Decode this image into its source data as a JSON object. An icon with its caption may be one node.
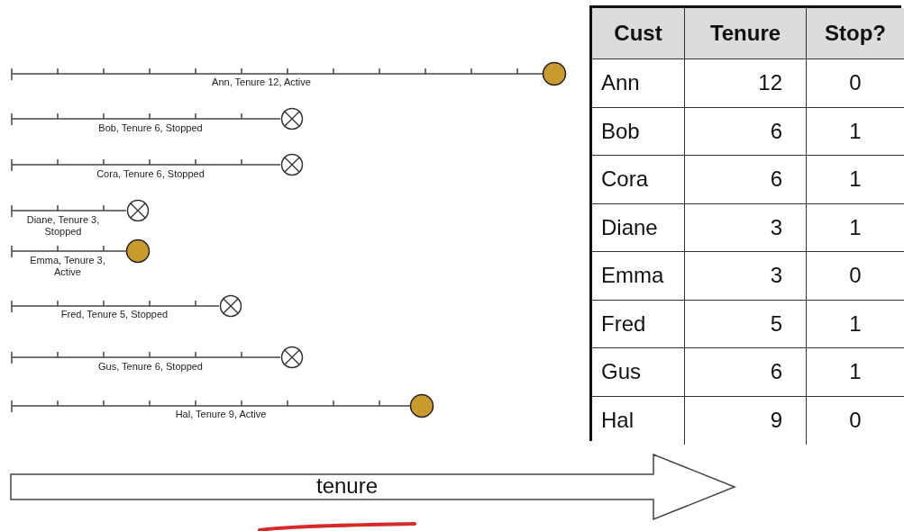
{
  "diagram": {
    "nodes": [
      {
        "text": [
          "Ann, Tenure 12, Active"
        ]
      },
      {
        "text": [
          "Bob, Tenure 6, Stopped"
        ]
      },
      {
        "text": [
          "Cora, Tenure 6, Stopped"
        ]
      },
      {
        "text": [
          "Diane, Tenure 3, Stopped"
        ]
      },
      {
        "text": [
          "Emma, Tenure 3, Active"
        ]
      },
      {
        "text": [
          "Fred, Tenure 5, Stopped"
        ]
      },
      {
        "text": [
          "Gus, Tenure 6, Stopped"
        ]
      },
      {
        "text": [
          "Hal, Tenure 9, Active"
        ]
      },
      {
        "text": [
          "tenure"
        ]
      }
    ],
    "labels": [
      "Cust",
      "Tenure",
      "Stop?",
      "Ann",
      "12",
      "0",
      "Bob",
      "6",
      "1",
      "Cora",
      "6",
      "1",
      "Diane",
      "3",
      "1",
      "Emma",
      "3",
      "0",
      "Fred",
      "5",
      "1",
      "Gus",
      "6",
      "1",
      "Hal",
      "9",
      "0"
    ]
  }
}
